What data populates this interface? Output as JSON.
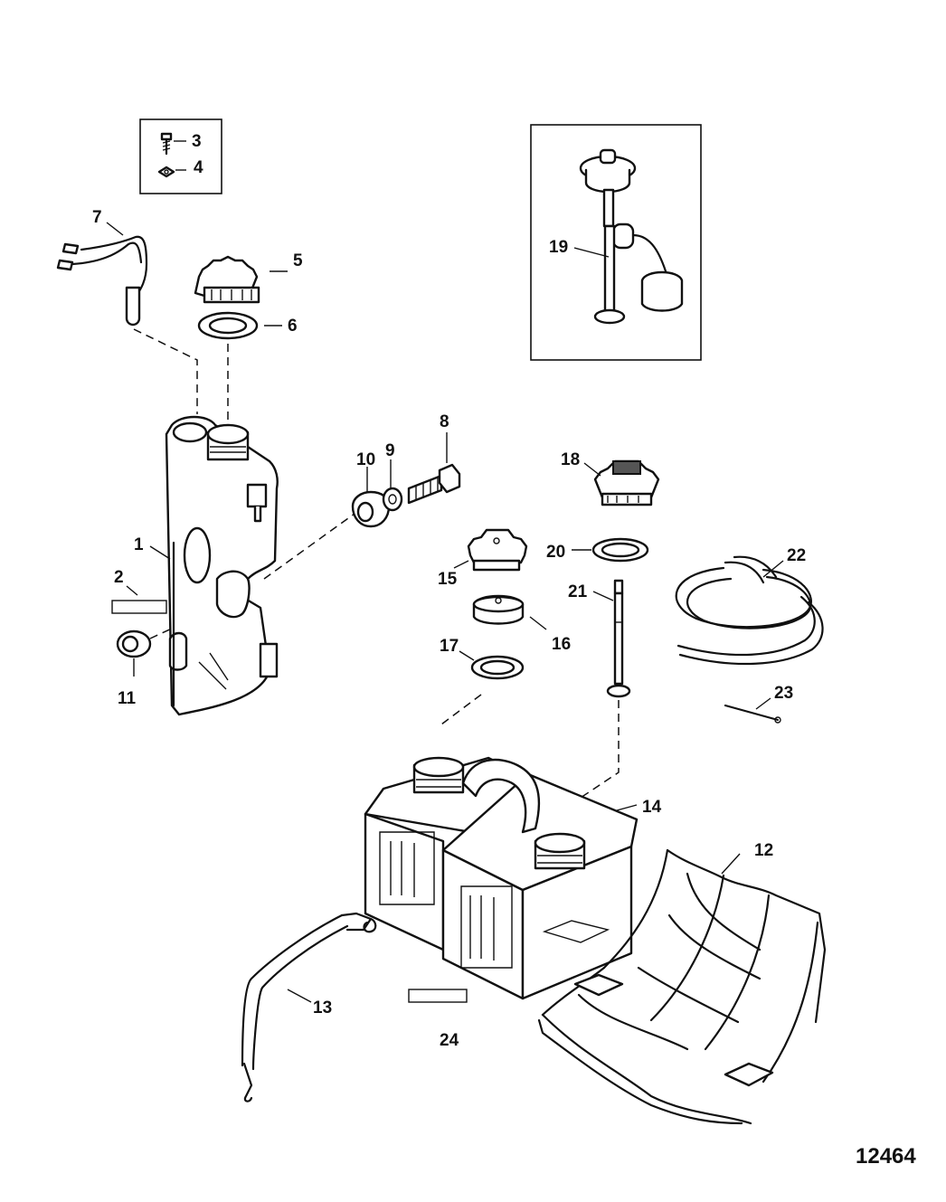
{
  "callouts": [
    "1",
    "2",
    "3",
    "4",
    "5",
    "6",
    "7",
    "8",
    "9",
    "10",
    "11",
    "12",
    "13",
    "14",
    "15",
    "16",
    "17",
    "18",
    "19",
    "20",
    "21",
    "22",
    "23",
    "24"
  ],
  "document_number": "12464"
}
